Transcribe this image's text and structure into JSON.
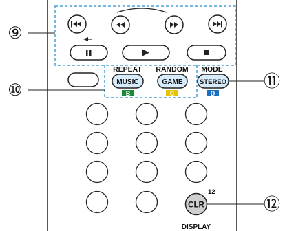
{
  "callouts": [
    {
      "id": "c9",
      "glyph": "⑨"
    },
    {
      "id": "c10",
      "glyph": "⑩"
    },
    {
      "id": "c11",
      "glyph": "⑪"
    },
    {
      "id": "c12",
      "glyph": "⑫"
    }
  ],
  "labels": {
    "repeat": "REPEAT",
    "random": "RANDOM",
    "mode": "MODE",
    "display": "DISPLAY",
    "clr_number": "12"
  },
  "buttons": {
    "music": "MUSIC",
    "game": "GAME",
    "stereo": "STEREO",
    "clr": "CLR"
  },
  "color_keys": [
    {
      "letter": "B",
      "color": "#1a8a3a"
    },
    {
      "letter": "C",
      "color": "#e8c200"
    },
    {
      "letter": "D",
      "color": "#1b6fc0"
    }
  ],
  "colors": {
    "dashed_frame": "#4aa0d6",
    "button_blue_fill": "#d7ecfa",
    "button_gray_fill": "#cfcfcf",
    "outline": "#222222"
  },
  "icons": {
    "row1": [
      "skip-previous-icon",
      "rewind-icon",
      "fast-forward-icon",
      "skip-next-icon"
    ],
    "row2": [
      "pause-icon",
      "play-icon",
      "stop-icon"
    ]
  }
}
